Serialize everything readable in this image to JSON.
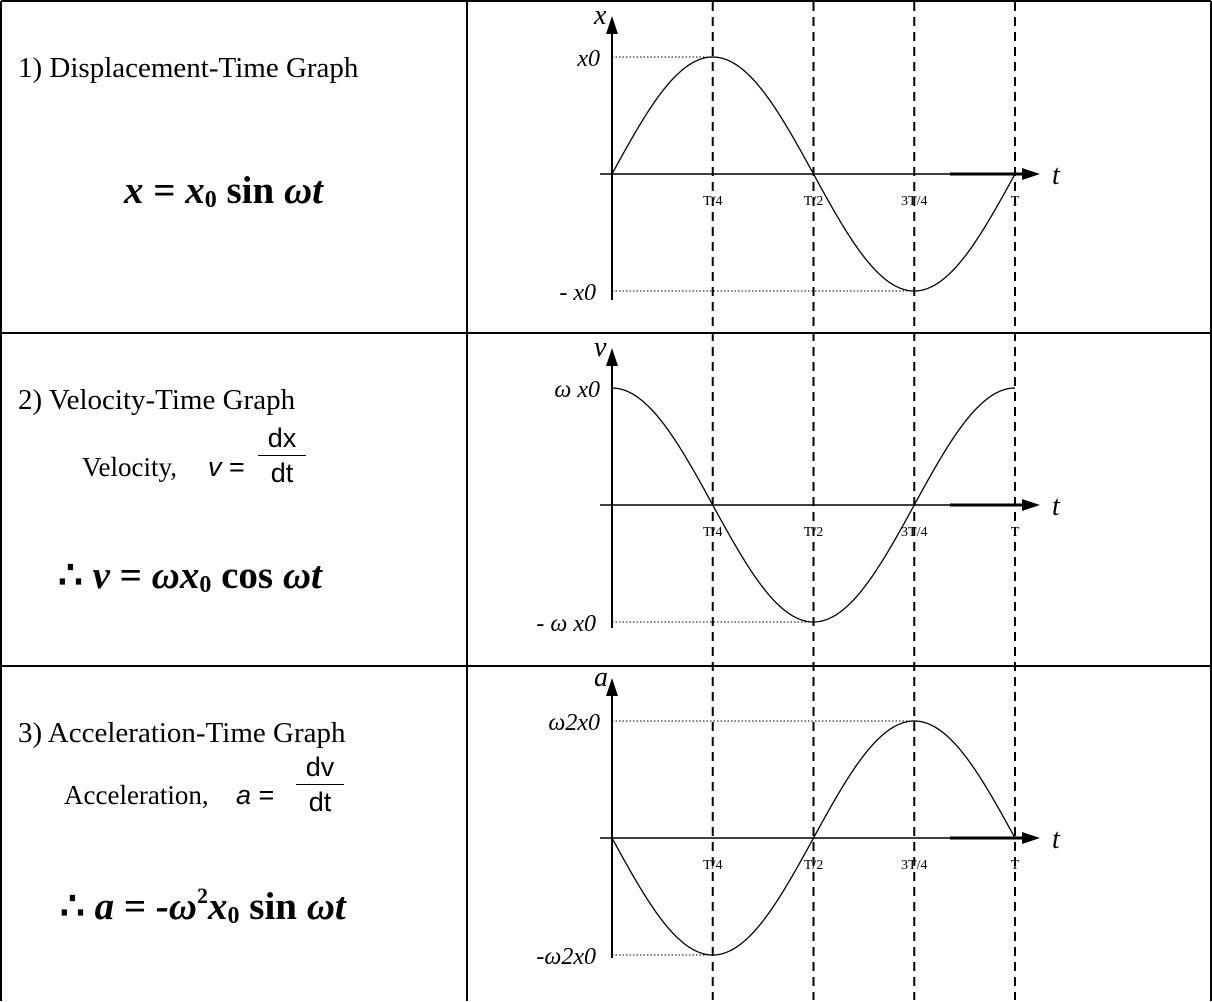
{
  "rows": [
    {
      "title": "1) Displacement-Time Graph",
      "equation": {
        "lhs": "x",
        "op": " = ",
        "coef": "x",
        "sub": "0",
        "func": " sin ",
        "arg": "ωt"
      }
    },
    {
      "title": "2) Velocity-Time Graph",
      "definition": {
        "label": "Velocity,",
        "symbol": "v",
        "eq": "=",
        "num": "dx",
        "den": "dt"
      },
      "equation": {
        "therefore": "∴ ",
        "lhs": "v",
        "op": " = ",
        "coef": "ωx",
        "sub": "0",
        "func": " cos ",
        "arg": "ωt"
      }
    },
    {
      "title": "3) Acceleration-Time Graph",
      "definition": {
        "label": "Acceleration,",
        "symbol": "a",
        "eq": "=",
        "num": "dv",
        "den": "dt"
      },
      "equation": {
        "therefore": "∴ ",
        "lhs": "a",
        "op": " = ",
        "coef": "-ω",
        "sup": "2",
        "coef2": "x",
        "sub": "0",
        "func": " sin ",
        "arg": "ωt"
      }
    }
  ],
  "chart_data": [
    {
      "type": "line",
      "curve": "sine",
      "ylabel": "x",
      "xlabel": "t",
      "ymax_label": "x0",
      "ymin_label": "- x0",
      "ticks": [
        "T/4",
        "T/2",
        "3T/4",
        "T"
      ],
      "x": [
        0,
        0.25,
        0.5,
        0.75,
        1.0
      ],
      "y": [
        0,
        1,
        0,
        -1,
        0
      ]
    },
    {
      "type": "line",
      "curve": "cosine",
      "ylabel": "v",
      "xlabel": "t",
      "ymax_label": "ω x0",
      "ymin_label": "- ω x0",
      "ticks": [
        "T/4",
        "T/2",
        "3T/4",
        "T"
      ],
      "x": [
        0,
        0.25,
        0.5,
        0.75,
        1.0
      ],
      "y": [
        1,
        0,
        -1,
        0,
        1
      ]
    },
    {
      "type": "line",
      "curve": "negative sine",
      "ylabel": "a",
      "xlabel": "t",
      "ymax_label": "ω2x0",
      "ymin_label": "-ω2x0",
      "ticks": [
        "T/4",
        "T/2",
        "3T/4",
        "T"
      ],
      "x": [
        0,
        0.25,
        0.5,
        0.75,
        1.0
      ],
      "y": [
        0,
        -1,
        0,
        1,
        0
      ]
    }
  ]
}
